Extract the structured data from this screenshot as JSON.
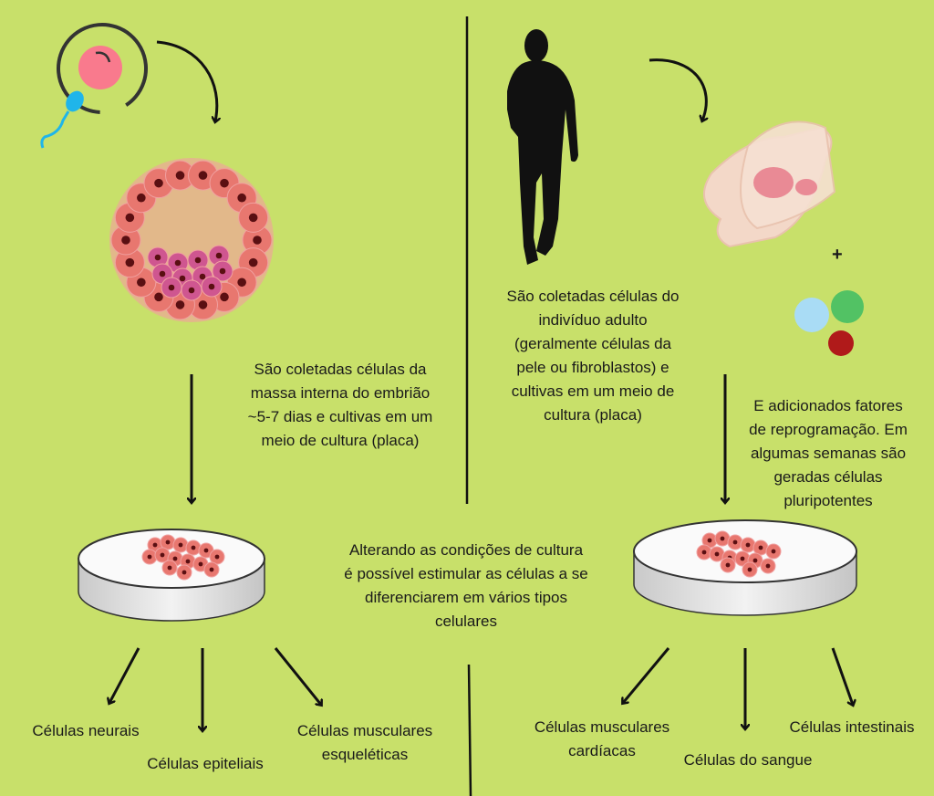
{
  "embryo_text": "São coletadas células da\nmassa interna do embrião\n~5-7 dias e cultivas em um\nmeio de cultura (placa)",
  "adult_text": "São coletadas células do\nindivíduo adulto\n(geralmente células da\npele ou fibroblastos) e\ncultivas em um meio de\ncultura (placa)",
  "reprogram_text": "E adicionados fatores\nde reprogramação. Em\nalgumas semanas são\ngeradas células\npluripotentes",
  "middle_text": "Alterando as condições de cultura\né possível estimular as células a se\ndiferenciarem em vários tipos\ncelulares",
  "plus": "+",
  "left_outputs": [
    "Células neurais",
    "Células epiteliais",
    "Células musculares\nesqueléticas"
  ],
  "right_outputs": [
    "Células musculares\ncardíacas",
    "Células do sangue",
    "Células intestinais"
  ],
  "colors": {
    "background": "#c8e06a",
    "egg": "#f97a8d",
    "sperm": "#1fb5ea",
    "cell": "#e8776f",
    "inner_cell": "#cf5690",
    "factor_blue": "#a9dcf5",
    "factor_green": "#52c264",
    "factor_red": "#b01a1a"
  }
}
